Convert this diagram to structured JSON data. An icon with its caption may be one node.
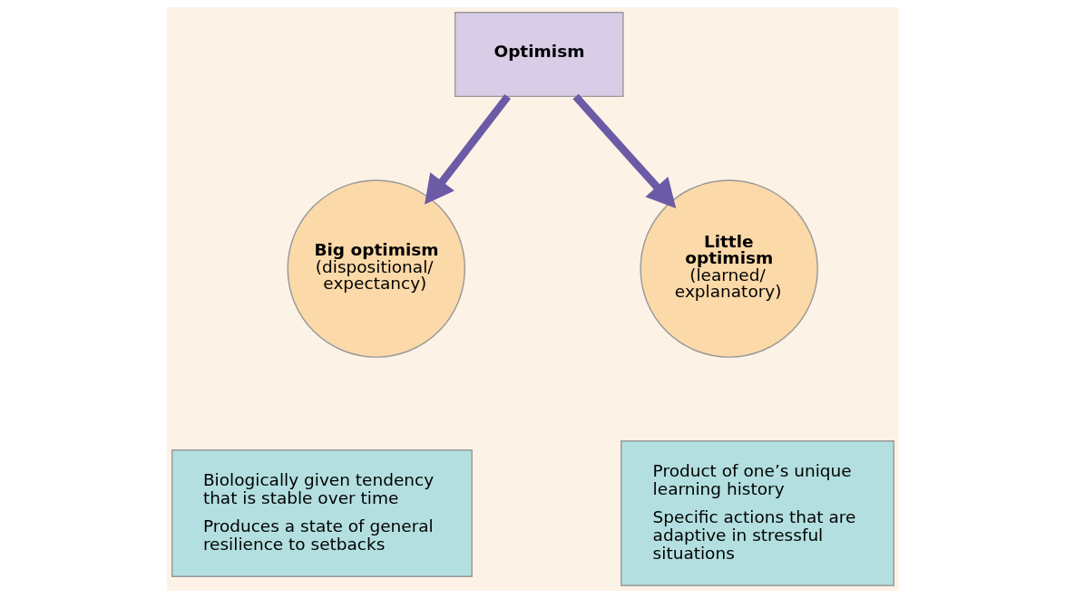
{
  "diagram": {
    "nodes": [
      {
        "text": [
          "Optimism"
        ]
      },
      {
        "text": [
          "Big optimism",
          "(dispositional/ expectancy)"
        ]
      },
      {
        "text": [
          "Little optimism",
          "(learned/ explanatory)"
        ]
      },
      {
        "text": [
          "Biologically given tendency that is stable over time",
          "Produces a state of general resilience to setbacks"
        ]
      },
      {
        "text": [
          "Product of one’s unique learning history",
          "Specific actions that are adaptive in stressful situations"
        ]
      }
    ],
    "edges": [
      {
        "from": 0,
        "to": 1,
        "arrow": "to"
      },
      {
        "from": 0,
        "to": 2,
        "arrow": "to"
      }
    ]
  }
}
